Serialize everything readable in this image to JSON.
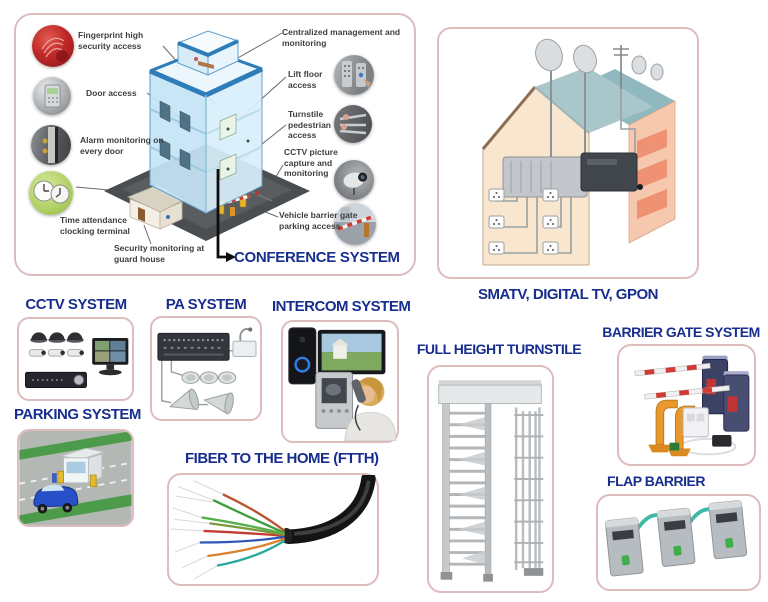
{
  "colors": {
    "title_blue": "#182e8e",
    "panel_border": "#debbbd",
    "callout_text": "#3e3e40",
    "conference_arrow": "#0c0c0c"
  },
  "building_panel": {
    "callouts_left": [
      {
        "label": "Fingerprint high security access"
      },
      {
        "label": "Door access"
      },
      {
        "label": "Alarm monitoring on every door"
      },
      {
        "label": "Time attendance clocking terminal"
      },
      {
        "label": "Security monitoring at guard house"
      }
    ],
    "callouts_right": [
      {
        "label": "Centralized management and monitoring"
      },
      {
        "label": "Lift floor access"
      },
      {
        "label": "Turnstile pedestrian access"
      },
      {
        "label": "CCTV picture capture and monitoring"
      },
      {
        "label": "Vehicle barrier gate parking access"
      }
    ],
    "conference_label": "CONFERENCE SYSTEM",
    "photos_left": [
      "fingerprint-scan",
      "door-access-reader",
      "door-alarm-monitor",
      "time-clocks"
    ],
    "photos_right": [
      "lift-floor-buttons",
      "turnstile-pedestrian",
      "cctv-camera",
      "vehicle-barrier-gate"
    ]
  },
  "sections": {
    "smatv": {
      "title": "SMATV, DIGITAL TV, GPON"
    },
    "cctv": {
      "title": "CCTV SYSTEM"
    },
    "pa": {
      "title": "PA SYSTEM"
    },
    "intercom": {
      "title": "INTERCOM SYSTEM"
    },
    "parking": {
      "title": "PARKING SYSTEM"
    },
    "full_height_turnstile": {
      "title": "FULL HEIGHT TURNSTILE"
    },
    "barrier_gate": {
      "title": "BARRIER GATE SYSTEM"
    },
    "ftth": {
      "title": "FIBER TO THE HOME (FTTH)"
    },
    "flap_barrier": {
      "title": "FLAP BARRIER"
    }
  }
}
